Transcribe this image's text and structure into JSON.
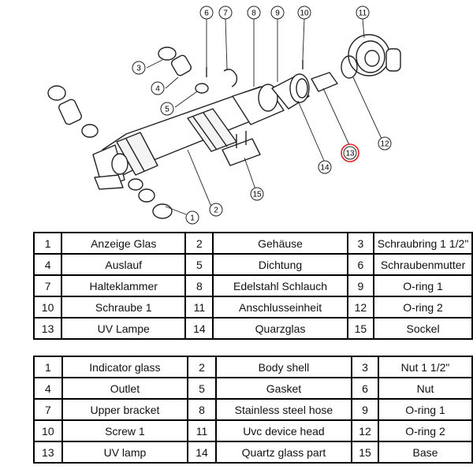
{
  "diagram": {
    "callouts": [
      {
        "id": "1",
        "label": "1"
      },
      {
        "id": "2",
        "label": "2"
      },
      {
        "id": "3",
        "label": "3"
      },
      {
        "id": "4",
        "label": "4"
      },
      {
        "id": "5",
        "label": "5"
      },
      {
        "id": "6",
        "label": "6"
      },
      {
        "id": "7",
        "label": "7"
      },
      {
        "id": "8",
        "label": "8"
      },
      {
        "id": "9",
        "label": "9"
      },
      {
        "id": "10",
        "label": "10"
      },
      {
        "id": "11",
        "label": "11"
      },
      {
        "id": "12",
        "label": "12"
      },
      {
        "id": "13",
        "label": "13"
      },
      {
        "id": "14",
        "label": "14"
      },
      {
        "id": "15",
        "label": "15"
      }
    ],
    "highlight_color": "#e02020"
  },
  "parts_de": [
    [
      [
        "1",
        "Anzeige Glas"
      ],
      [
        "2",
        "Gehäuse"
      ],
      [
        "3",
        "Schraubring 1 1/2\""
      ]
    ],
    [
      [
        "4",
        "Auslauf"
      ],
      [
        "5",
        "Dichtung"
      ],
      [
        "6",
        "Schraubenmutter"
      ]
    ],
    [
      [
        "7",
        "Halteklammer"
      ],
      [
        "8",
        "Edelstahl Schlauch"
      ],
      [
        "9",
        "O-ring 1"
      ]
    ],
    [
      [
        "10",
        "Schraube 1"
      ],
      [
        "11",
        "Anschlusseinheit"
      ],
      [
        "12",
        "O-ring 2"
      ]
    ],
    [
      [
        "13",
        "UV Lampe"
      ],
      [
        "14",
        "Quarzglas"
      ],
      [
        "15",
        "Sockel"
      ]
    ]
  ],
  "parts_en": [
    [
      [
        "1",
        "Indicator glass"
      ],
      [
        "2",
        "Body shell"
      ],
      [
        "3",
        "Nut 1 1/2\""
      ]
    ],
    [
      [
        "4",
        "Outlet"
      ],
      [
        "5",
        "Gasket"
      ],
      [
        "6",
        "Nut"
      ]
    ],
    [
      [
        "7",
        "Upper bracket"
      ],
      [
        "8",
        "Stainless steel hose"
      ],
      [
        "9",
        "O-ring 1"
      ]
    ],
    [
      [
        "10",
        "Screw 1"
      ],
      [
        "11",
        "Uvc device head"
      ],
      [
        "12",
        "O-ring 2"
      ]
    ],
    [
      [
        "13",
        "UV lamp"
      ],
      [
        "14",
        "Quartz glass part"
      ],
      [
        "15",
        "Base"
      ]
    ]
  ]
}
